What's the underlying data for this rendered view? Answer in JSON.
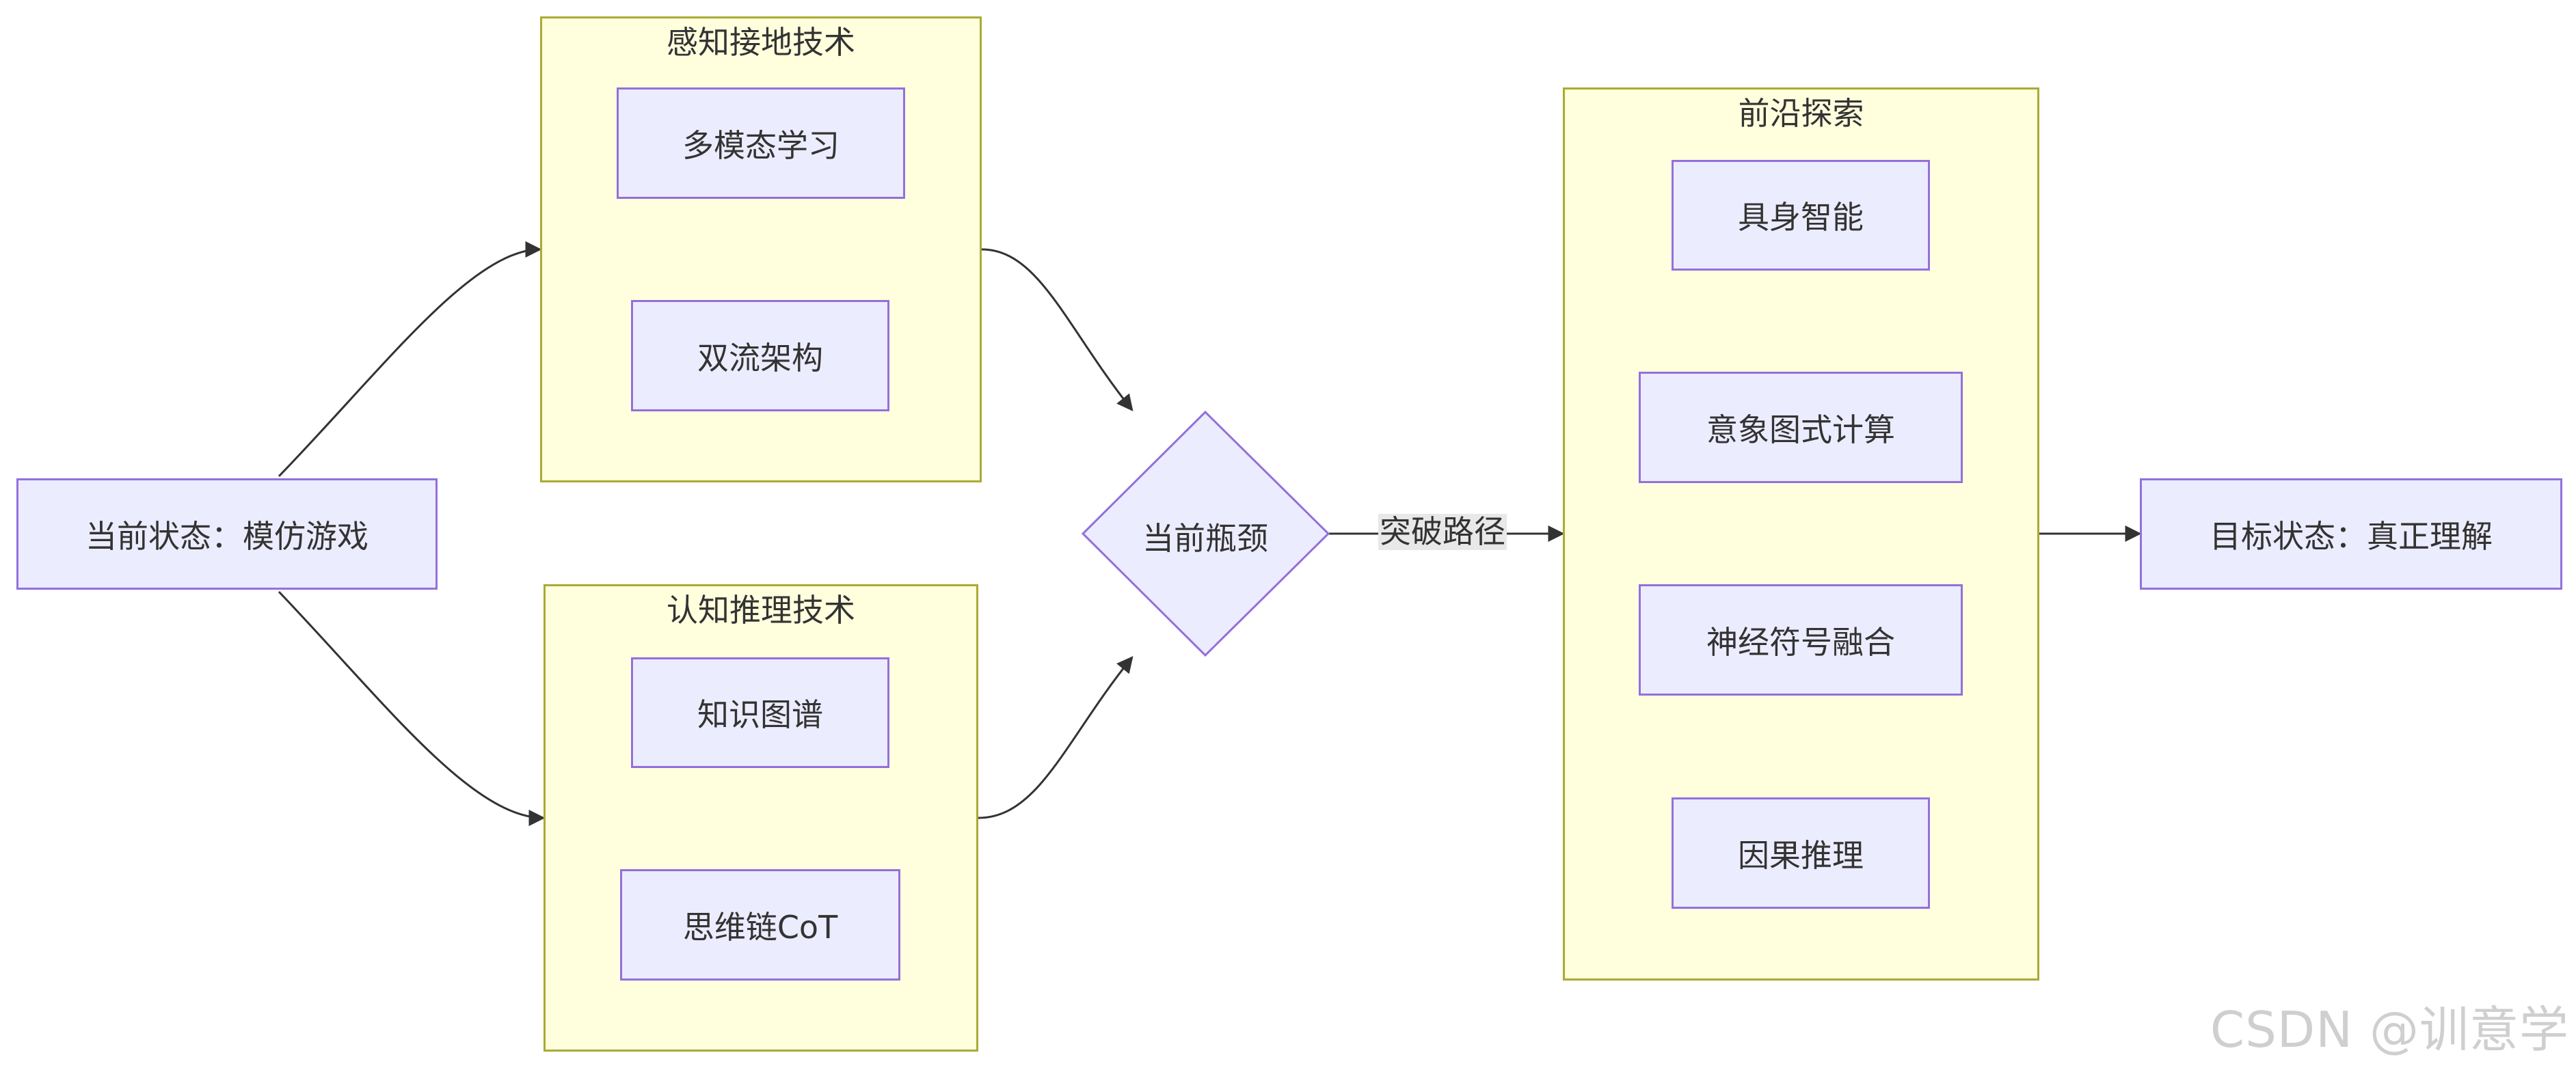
{
  "nodes": {
    "start": "当前状态：模仿游戏",
    "bottleneck": "当前瓶颈",
    "goal": "目标状态：真正理解"
  },
  "clusters": {
    "perception": {
      "title": "感知接地技术",
      "items": [
        "多模态学习",
        "双流架构"
      ]
    },
    "cognition": {
      "title": "认知推理技术",
      "items": [
        "知识图谱",
        "思维链CoT"
      ]
    },
    "frontier": {
      "title": "前沿探索",
      "items": [
        "具身智能",
        "意象图式计算",
        "神经符号融合",
        "因果推理"
      ]
    }
  },
  "edges": {
    "breakthrough_label": "突破路径"
  },
  "watermark": "CSDN @训意学",
  "colors": {
    "node_fill": "#ececff",
    "node_stroke": "#9370db",
    "cluster_fill": "#ffffde",
    "cluster_stroke": "#aaaa33",
    "edge": "#333333"
  }
}
